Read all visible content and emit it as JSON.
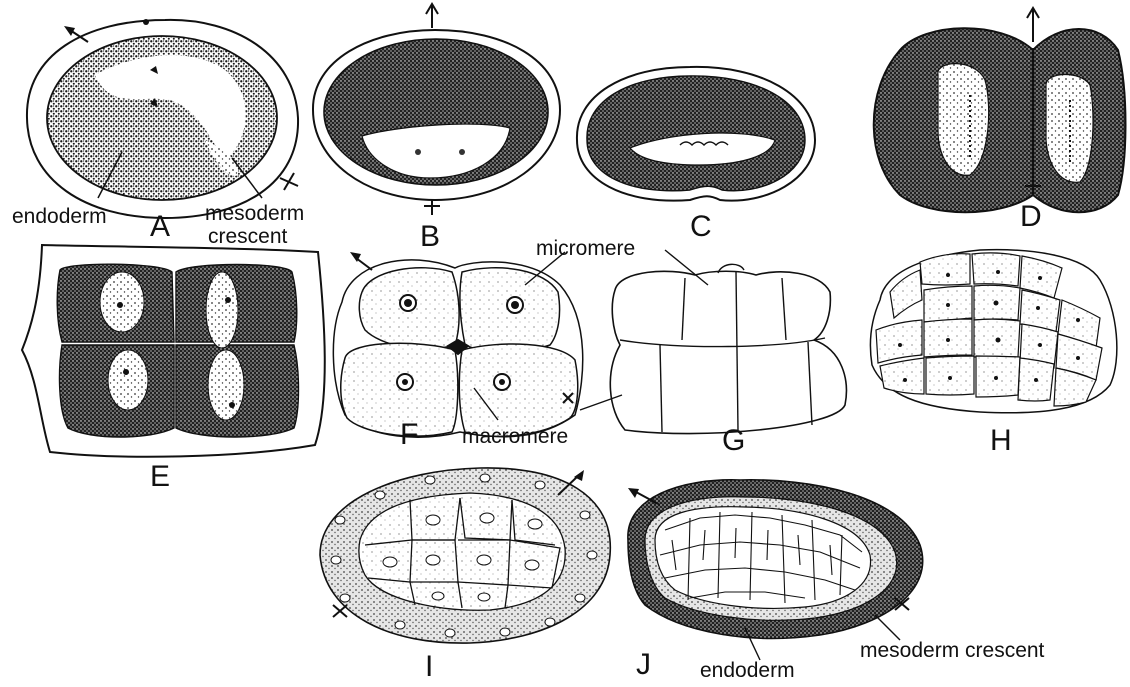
{
  "panels": {
    "A": {
      "letter": "A",
      "label_1": "endoderm",
      "label_2": "mesoderm",
      "label_3": "crescent"
    },
    "B": {
      "letter": "B"
    },
    "C": {
      "letter": "C"
    },
    "D": {
      "letter": "D"
    },
    "E": {
      "letter": "E"
    },
    "F": {
      "letter": "F",
      "label_1": "micromere",
      "label_2": "macromere"
    },
    "G": {
      "letter": "G"
    },
    "H": {
      "letter": "H"
    },
    "I": {
      "letter": "I"
    },
    "J": {
      "letter": "J",
      "label_1": "endoderm",
      "label_2": "mesoderm crescent"
    }
  },
  "colors": {
    "ink": "#111111",
    "paper": "#ffffff",
    "stipple": "#1a1a1a"
  }
}
